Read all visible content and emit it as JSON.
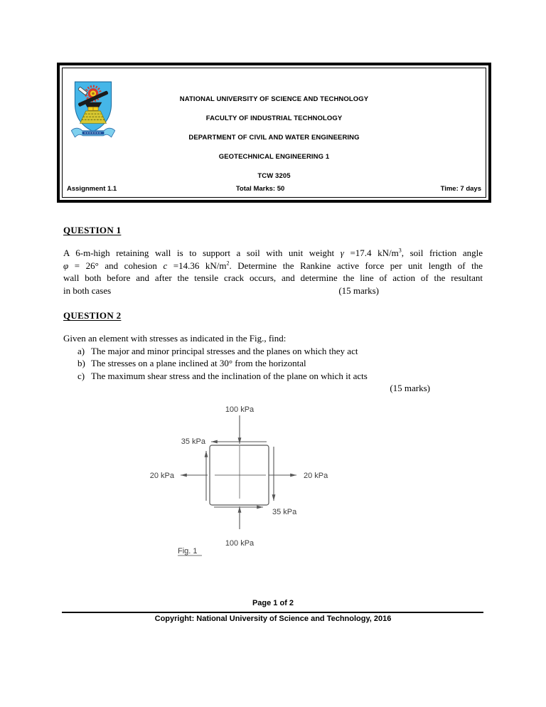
{
  "colors": {
    "cad_line": "#575757",
    "cad_text": "#3d3d3d",
    "shield_blue": "#45b6e8",
    "sun_red": "#d93a2b",
    "sun_yellow": "#f2cf1d",
    "mound_yellow": "#d8c832",
    "ribbon_blue": "#7fd0ee",
    "ribbon_dark": "#1b4f9c",
    "crest_black": "#1c1c1c"
  },
  "header": {
    "logo": "nust-crest",
    "lines": [
      "NATIONAL UNIVERSITY OF SCIENCE AND TECHNOLOGY",
      "FACULTY OF INDUSTRIAL TECHNOLOGY",
      "DEPARTMENT OF CIVIL AND WATER ENGINEERING",
      "GEOTECHNICAL ENGINEERING 1",
      "TCW 3205"
    ],
    "assignment": "Assignment 1.1",
    "total_marks": "Total Marks: 50",
    "time": "Time: 7 days"
  },
  "question1": {
    "heading": "QUESTION 1",
    "lines": [
      [
        {
          "t": "A 6-m-high retaining wall is to support a soil with unit weight "
        },
        {
          "t": "γ",
          "i": true
        },
        {
          "t": " =17.4 kN/m"
        },
        {
          "t": "3",
          "sup": true
        },
        {
          "t": ", soil friction angle"
        }
      ],
      [
        {
          "t": "φ",
          "i": true
        },
        {
          "t": " = 26° and cohesion "
        },
        {
          "t": "c",
          "i": true
        },
        {
          "t": " =14.36 kN/m"
        },
        {
          "t": "2",
          "sup": true
        },
        {
          "t": ". Determine the Rankine active force per unit length of the"
        }
      ],
      [
        {
          "t": "wall both before and after the tensile crack occurs, and determine the line of action of the resultant"
        }
      ]
    ],
    "last_line": "in both cases",
    "marks": "(15 marks)"
  },
  "question2": {
    "heading": "QUESTION 2",
    "intro": "Given an element with stresses as indicated in the Fig., find:",
    "items": [
      {
        "label": "a)",
        "text": "The major and minor principal stresses and the planes on which they act"
      },
      {
        "label": "b)",
        "text": "The stresses on a plane inclined at 30° from the horizontal"
      },
      {
        "label": "c)",
        "text": "The maximum shear stress and the inclination of the plane on which it acts"
      }
    ],
    "marks": "(15 marks)"
  },
  "figure": {
    "top_stress": "100 kPa",
    "bottom_stress": "100 kPa",
    "left_stress": "20 kPa",
    "right_stress": "20 kPa",
    "shear_top_left": "35 kPa",
    "shear_bottom_right": "35 kPa",
    "caption": "Fig. 1"
  },
  "footer": {
    "page": "Page 1 of 2",
    "copyright": "Copyright: National University of Science and Technology, 2016"
  }
}
